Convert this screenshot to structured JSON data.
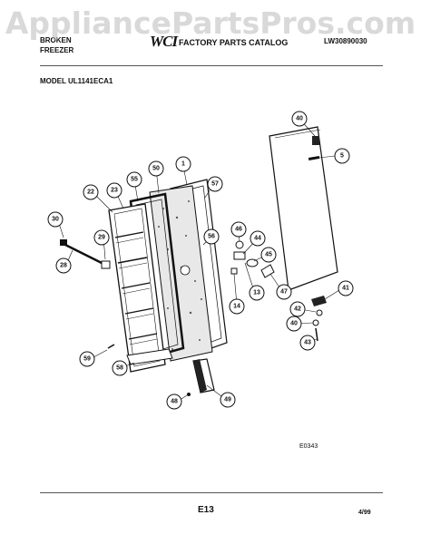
{
  "watermark": "AppliancePartsPros.com",
  "header": {
    "brand": "BROKEN",
    "category": "FREEZER",
    "logo": "WCI",
    "catalog_title": "FACTORY PARTS CATALOG",
    "catalog_code": "LW30890030"
  },
  "model_label": "MODEL UL1141ECA1",
  "figure_code": "E0343",
  "page_number": "E13",
  "date": "4/99",
  "callouts": [
    {
      "id": "40a",
      "label": "40"
    },
    {
      "id": "5",
      "label": "5"
    },
    {
      "id": "50",
      "label": "50"
    },
    {
      "id": "1",
      "label": "1"
    },
    {
      "id": "55",
      "label": "55"
    },
    {
      "id": "57",
      "label": "57"
    },
    {
      "id": "23",
      "label": "23"
    },
    {
      "id": "22",
      "label": "22"
    },
    {
      "id": "30",
      "label": "30"
    },
    {
      "id": "29",
      "label": "29"
    },
    {
      "id": "28",
      "label": "28"
    },
    {
      "id": "46",
      "label": "46"
    },
    {
      "id": "44",
      "label": "44"
    },
    {
      "id": "56",
      "label": "56"
    },
    {
      "id": "45",
      "label": "45"
    },
    {
      "id": "13",
      "label": "13"
    },
    {
      "id": "47",
      "label": "47"
    },
    {
      "id": "14",
      "label": "14"
    },
    {
      "id": "41",
      "label": "41"
    },
    {
      "id": "42",
      "label": "42"
    },
    {
      "id": "40b",
      "label": "40"
    },
    {
      "id": "43",
      "label": "43"
    },
    {
      "id": "59",
      "label": "59"
    },
    {
      "id": "58",
      "label": "58"
    },
    {
      "id": "48",
      "label": "48"
    },
    {
      "id": "49",
      "label": "49"
    }
  ]
}
